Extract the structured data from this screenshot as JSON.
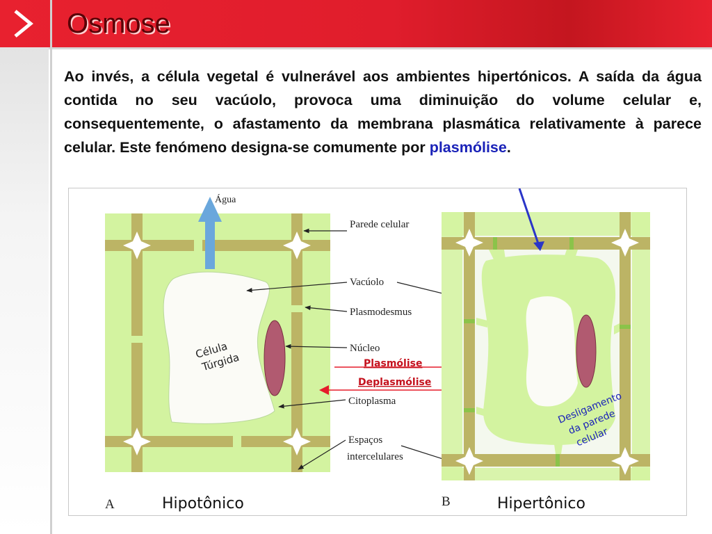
{
  "slide": {
    "title": "Osmose",
    "paragraph_main": "Ao invés, a célula vegetal é vulnerável aos ambientes hipertónicos. A saída da água contida no seu vacúolo, provoca uma diminuição do volume celular e, consequentemente, o afastamento da membrana plasmática relativamente à parece celular. Este fenómeno designa-se comumente por ",
    "paragraph_highlight": "plasmólise",
    "paragraph_end": "."
  },
  "figure": {
    "labels": {
      "agua": "Água",
      "parede": "Parede celular",
      "vacuolo": "Vacúolo",
      "plasmodesmus": "Plasmodesmus",
      "nucleo": "Núcleo",
      "citoplasma": "Citoplasma",
      "espacos_1": "Espaços",
      "espacos_2": "intercelulares"
    },
    "cell_a": {
      "letter": "A",
      "label_1": "Célula",
      "label_2": "Túrgida",
      "caption": "Hipotônico"
    },
    "cell_b": {
      "letter": "B",
      "label_1": "Desligamento",
      "label_2": "da parede",
      "label_3": "celular",
      "caption": "Hipertônico"
    },
    "process": {
      "forward": "Plasmólise",
      "backward": "Deplasmólise"
    },
    "colors": {
      "cytoplasm": "#d3f3a0",
      "wall": "#bcb465",
      "vacuole": "#fbfbf6",
      "nucleus": "#b15a70",
      "arrow_water": "#6aa7dc",
      "arrow_red": "#e51c2a",
      "arrow_blue": "#2a35c8"
    }
  }
}
